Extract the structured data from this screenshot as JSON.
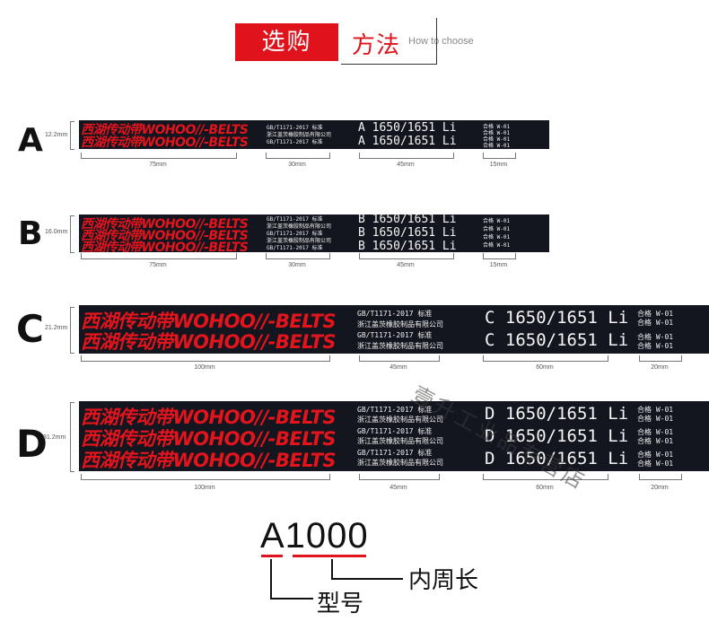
{
  "header": {
    "title_a": "选购",
    "title_b": "方法",
    "subtitle": "How to choose"
  },
  "belts": [
    {
      "letter": "A",
      "height": "12.2mm",
      "brand": "西湖传动带WOHOO//-BELTS",
      "std_lines": [
        "GB/T1171-2017 标准",
        "浙江盖茨橡胶制品有限公司"
      ],
      "code_lines": [
        "A 1650/1651 Li",
        "A 1650/1651 Li"
      ],
      "qc_lines": [
        "合格  W-01",
        "合格  W-01",
        "合格  W-01",
        "合格  W-01"
      ],
      "dims": [
        "75mm",
        "30mm",
        "45mm",
        "15mm"
      ]
    },
    {
      "letter": "B",
      "height": "16.0mm",
      "brand": "西湖传动带WOHOO//-BELTS",
      "std_lines": [
        "GB/T1171-2017 标准",
        "浙江盖茨橡胶制品有限公司",
        "GB/T1171-2017 标准",
        "浙江盖茨橡胶制品有限公司"
      ],
      "code_lines": [
        "B 1650/1651 Li",
        "B 1650/1651 Li",
        "B 1650/1651 Li"
      ],
      "qc_lines": [
        "合格  W-01",
        "合格  W-01",
        "合格  W-01",
        "合格  W-01"
      ],
      "dims": [
        "75mm",
        "30mm",
        "45mm",
        "15mm"
      ]
    },
    {
      "letter": "C",
      "height": "21.2mm",
      "brand": "西湖传动带WOHOO//-BELTS",
      "std_lines": [
        "GB/T1171-2017 标准",
        "浙江盖茨橡胶制品有限公司",
        "GB/T1171-2017 标准",
        "浙江盖茨橡胶制品有限公司"
      ],
      "code_lines": [
        "C 1650/1651 Li",
        "C 1650/1651 Li"
      ],
      "qc_lines": [
        "合格  W-01",
        "合格  W-01",
        "合格  W-01",
        "合格  W-01"
      ],
      "dims": [
        "100mm",
        "45mm",
        "60mm",
        "20mm"
      ]
    },
    {
      "letter": "D",
      "height": "31.2mm",
      "brand": "西湖传动带WOHOO//-BELTS",
      "std_lines": [
        "GB/T1171-2017 标准",
        "浙江盖茨橡胶制品有限公司",
        "GB/T1171-2017 标准",
        "浙江盖茨橡胶制品有限公司",
        "GB/T1171-2017 标准",
        "浙江盖茨橡胶制品有限公司"
      ],
      "code_lines": [
        "D 1650/1651 Li",
        "D 1650/1651 Li",
        "D 1650/1651 Li"
      ],
      "qc_lines": [
        "合格  W-01",
        "合格  W-01",
        "合格  W-01",
        "合格  W-01",
        "合格  W-01",
        "合格  W-01"
      ],
      "dims": [
        "100mm",
        "45mm",
        "60mm",
        "20mm"
      ]
    }
  ],
  "watermark": "壹升工业品专营店",
  "legend": {
    "model": "A1000",
    "label_length": "内周长",
    "label_type": "型号"
  },
  "colors": {
    "accent": "#e0121b",
    "belt": "#13161f"
  }
}
